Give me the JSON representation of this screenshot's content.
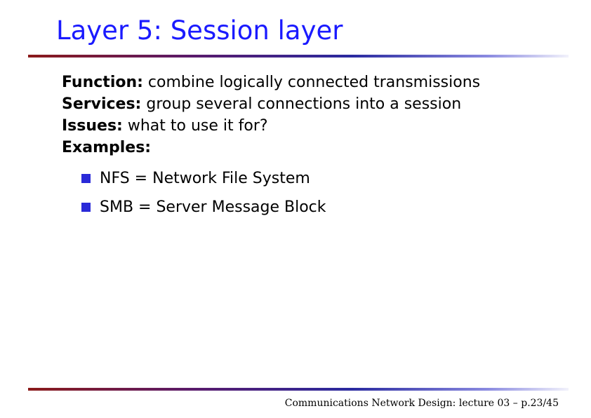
{
  "slide": {
    "title": "Layer 5:  Session layer",
    "lines": [
      {
        "key": "Function:",
        "text": " combine logically connected transmissions"
      },
      {
        "key": "Services:",
        "text": " group several connections into a session"
      },
      {
        "key": "Issues:",
        "text": " what to use it for?"
      },
      {
        "key": "Examples:",
        "text": ""
      }
    ],
    "bullets": [
      "NFS = Network File System",
      "SMB = Server Message Block"
    ],
    "footer": "Communications Network Design: lecture 03 – p.23/45"
  },
  "colors": {
    "title": "#1a1aff",
    "bullet": "#2a2ad8",
    "rule_start": "#8b1a1a",
    "rule_mid": "#2a2aa0",
    "rule_end": "#f2f2fb"
  },
  "icons": {
    "bullet": "square-bullet-icon"
  }
}
